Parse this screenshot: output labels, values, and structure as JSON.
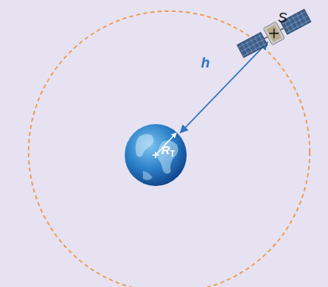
{
  "diagram": {
    "labels": [
      "S",
      "h",
      "R",
      "T"
    ]
  }
}
